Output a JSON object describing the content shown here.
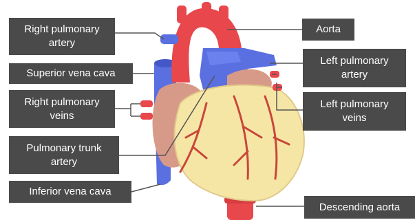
{
  "labels": {
    "right_pulmonary_artery": "Right pulmonary\nartery",
    "superior_vena_cava": "Superior vena cava",
    "right_pulmonary_veins": "Right pulmonary\nveins",
    "pulmonary_trunk_artery": "Pulmonary trunk\nartery",
    "inferior_vena_cava": "Inferior vena cava",
    "aorta": "Aorta",
    "left_pulmonary_artery": "Left pulmonary\nartery",
    "left_pulmonary_veins": "Left pulmonary\nveins",
    "descending_aorta": "Descending aorta"
  },
  "colors": {
    "label_bg": "#4a4a4a",
    "label_text": "#ffffff",
    "aorta_red": "#e8474c",
    "vein_blue": "#5a6fe0",
    "atrium_pink": "#d89a88",
    "ventricle_yellow": "#f6e6a6",
    "ventricle_edge": "#e0c98a",
    "coronary_red": "#c9463a",
    "leader_line": "#555555"
  }
}
